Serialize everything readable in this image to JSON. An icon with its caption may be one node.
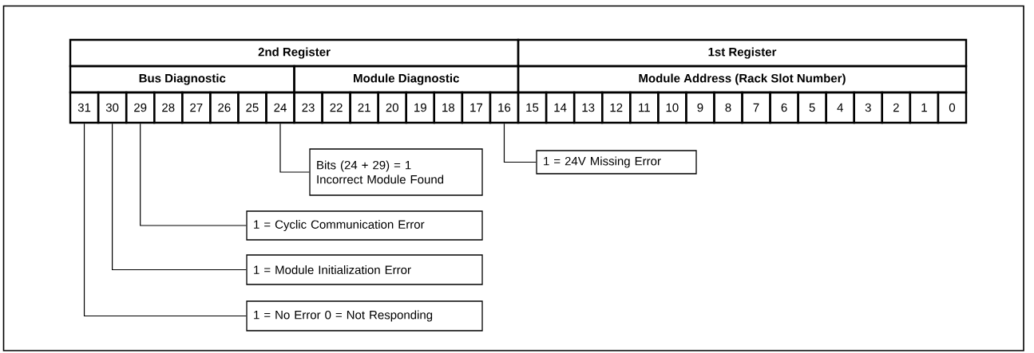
{
  "diagram": {
    "nodes": [
      {
        "text": [
          "2nd Register"
        ]
      },
      {
        "text": [
          "1st Register"
        ]
      },
      {
        "text": [
          "Bus Diagnostic"
        ]
      },
      {
        "text": [
          "Module Diagnostic"
        ]
      },
      {
        "text": [
          "Module Address (Rack Slot Number)"
        ]
      },
      {
        "text": [
          "31"
        ]
      },
      {
        "text": [
          "30"
        ]
      },
      {
        "text": [
          "29"
        ]
      },
      {
        "text": [
          "28"
        ]
      },
      {
        "text": [
          "27"
        ]
      },
      {
        "text": [
          "26"
        ]
      },
      {
        "text": [
          "25"
        ]
      },
      {
        "text": [
          "24"
        ]
      },
      {
        "text": [
          "23"
        ]
      },
      {
        "text": [
          "22"
        ]
      },
      {
        "text": [
          "21"
        ]
      },
      {
        "text": [
          "20"
        ]
      },
      {
        "text": [
          "19"
        ]
      },
      {
        "text": [
          "18"
        ]
      },
      {
        "text": [
          "17"
        ]
      },
      {
        "text": [
          "16"
        ]
      },
      {
        "text": [
          "15"
        ]
      },
      {
        "text": [
          "14"
        ]
      },
      {
        "text": [
          "13"
        ]
      },
      {
        "text": [
          "12"
        ]
      },
      {
        "text": [
          "11"
        ]
      },
      {
        "text": [
          "10"
        ]
      },
      {
        "text": [
          "9"
        ]
      },
      {
        "text": [
          "8"
        ]
      },
      {
        "text": [
          "7"
        ]
      },
      {
        "text": [
          "6"
        ]
      },
      {
        "text": [
          "5"
        ]
      },
      {
        "text": [
          "4"
        ]
      },
      {
        "text": [
          "3"
        ]
      },
      {
        "text": [
          "2"
        ]
      },
      {
        "text": [
          "1"
        ]
      },
      {
        "text": [
          "0"
        ]
      },
      {
        "text": [
          "Bits (24 + 29) = 1",
          "Incorrect Module Found"
        ]
      },
      {
        "text": [
          "1 = 24V Missing Error"
        ]
      },
      {
        "text": [
          "1 = Cyclic Communication Error"
        ]
      },
      {
        "text": [
          "1 = Module Initialization Error"
        ]
      },
      {
        "text": [
          "1 = No Error 0 = Not Responding"
        ]
      }
    ],
    "edges": [
      {
        "from": 37,
        "to": 12,
        "arrow": "none"
      },
      {
        "from": 38,
        "to": 20,
        "arrow": "none"
      },
      {
        "from": 39,
        "to": 7,
        "arrow": "none"
      },
      {
        "from": 40,
        "to": 6,
        "arrow": "none"
      },
      {
        "from": 41,
        "to": 5,
        "arrow": "none"
      }
    ]
  }
}
